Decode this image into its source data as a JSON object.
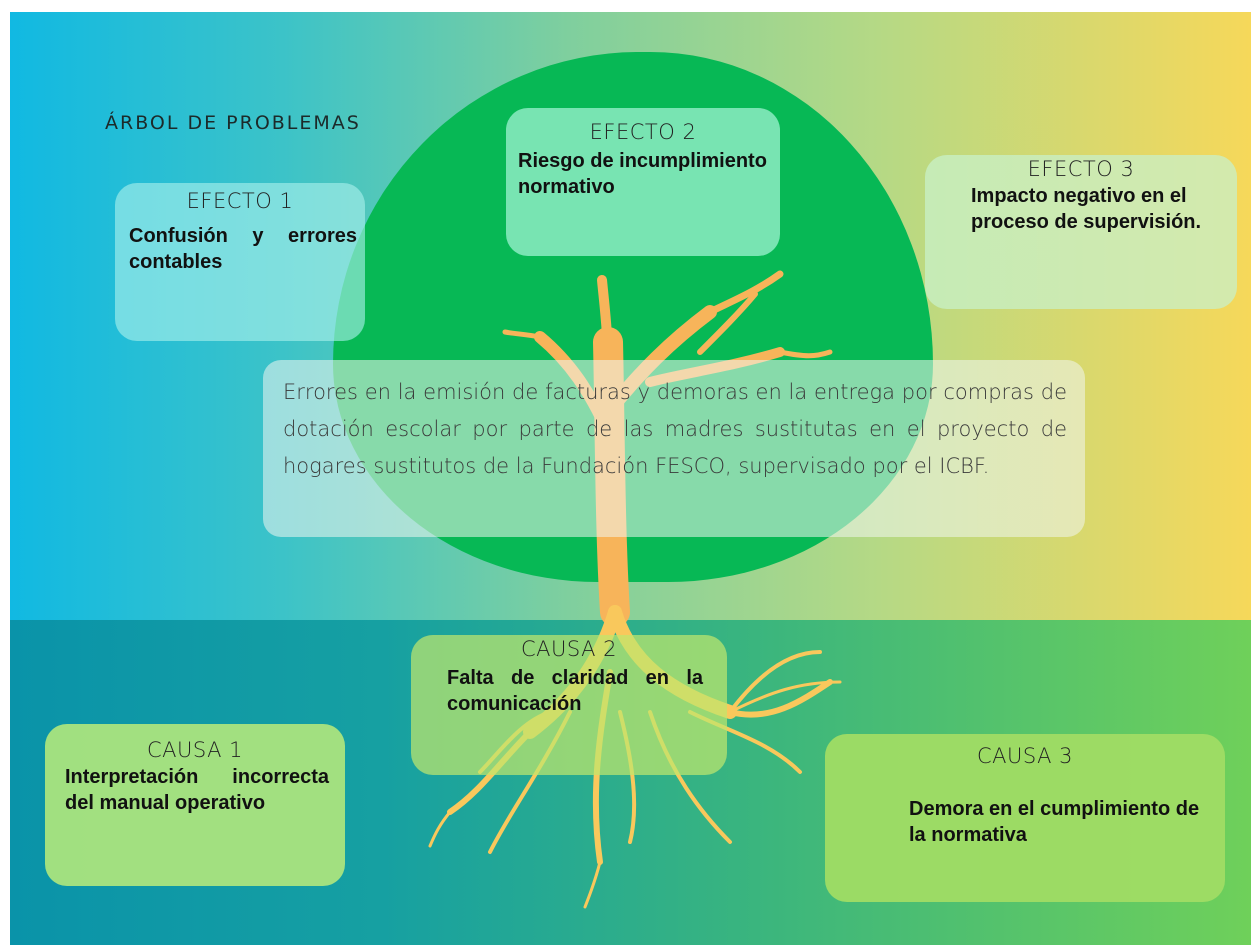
{
  "title": "ÁRBOL DE PROBLEMAS",
  "effects": [
    {
      "label": "EFECTO 1",
      "text": "Confusión y errores contables"
    },
    {
      "label": "EFECTO 2",
      "text": "Riesgo de incumplimiento normativo"
    },
    {
      "label": "EFECTO 3",
      "text": "Impacto negativo en el proceso de supervisión."
    }
  ],
  "problem": "Errores en la emisión de facturas y demoras en la entrega por compras de dotación escolar por parte de las madres sustitutas en el proyecto de hogares sustitutos de la Fundación FESCO, supervisado por el ICBF.",
  "causes": [
    {
      "label": "CAUSA 1",
      "text": "Interpretación incorrecta del manual operativo"
    },
    {
      "label": "CAUSA 2",
      "text": "Falta de claridad en la comunicación"
    },
    {
      "label": "CAUSA 3",
      "text": "Demora en el cumplimiento de la normativa"
    }
  ],
  "colors": {
    "crown": "#07b855",
    "trunk": "#f7b45a",
    "roots": "#f9c85c",
    "gradient_left": "#11b9e2",
    "gradient_right": "#f6d85a"
  }
}
